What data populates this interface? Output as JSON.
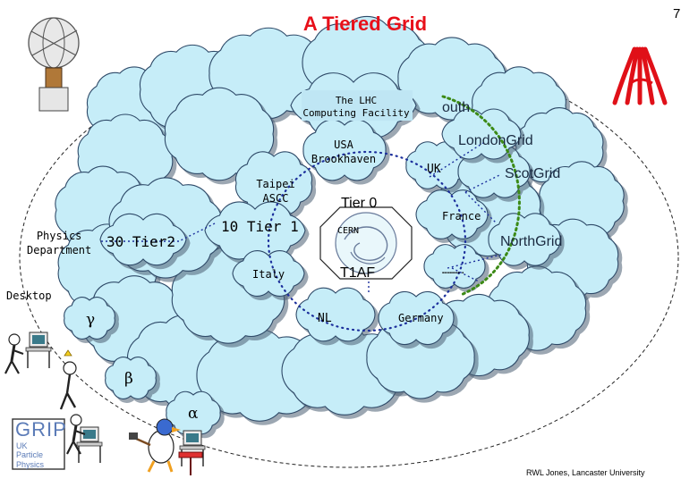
{
  "slide": {
    "title": "A Tiered Grid",
    "page_number": "7",
    "footer": "RWL Jones, Lancaster University"
  },
  "labels": {
    "lhc_facility": "The LHC\nComputing Facility",
    "usa": "USA\nBrookhaven",
    "uk": "UK",
    "taipei": "Taipei\nASCC",
    "tier0": "Tier 0",
    "cern": "CERN",
    "france": "France",
    "tier1": "10 Tier 1",
    "tier2": "30 Tier2",
    "physics_department": "Physics\nDepartment",
    "italy": "Italy",
    "t1af": "T1AF",
    "dots": "……….",
    "nl": "NL",
    "germany": "Germany",
    "desktop": "Desktop",
    "gamma": "γ",
    "beta": "β",
    "alpha": "α",
    "northgrid": "NorthGrid",
    "scotgrid": "ScotGrid",
    "londongrid": "LondonGrid",
    "southgrid_partial": "outh"
  },
  "logo": {
    "grip_text": "GRIP",
    "grip_sub": "UK\nParticle\nPhysics"
  },
  "colors": {
    "title": "#e8101a",
    "cloud_fill": "#c6edf8",
    "cloud_edge": "#2e4a68",
    "link_blue": "#1c2f9c",
    "green_link": "#3c8a16",
    "cern_fill": "#e9f7fb",
    "cern_ring": "#6a7c9c",
    "atlas_red": "#e01018"
  }
}
